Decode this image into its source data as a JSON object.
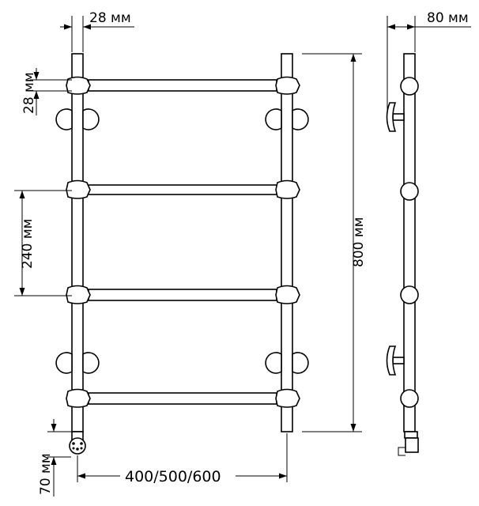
{
  "dimensions": {
    "pipe_diameter": "28 мм",
    "rung_thickness": "28 мм",
    "depth": "80 мм",
    "rung_spacing": "240 мм",
    "height": "800 мм",
    "width_options": "400/500/600",
    "heater_offset": "70 мм"
  }
}
